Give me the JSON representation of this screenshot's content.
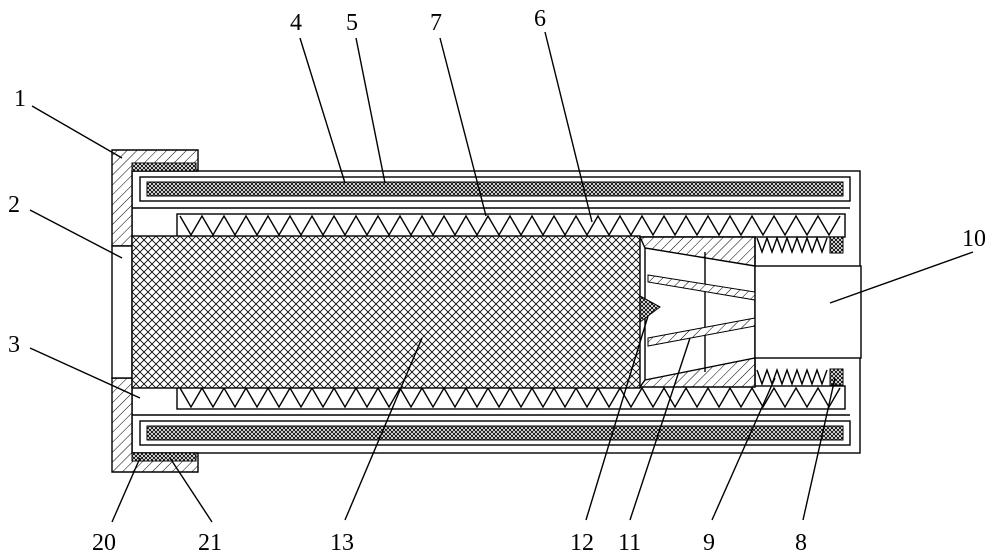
{
  "labels": {
    "l1": "1",
    "l2": "2",
    "l3": "3",
    "l4": "4",
    "l5": "5",
    "l6": "6",
    "l7": "7",
    "l8": "8",
    "l9": "9",
    "l10": "10",
    "l11": "11",
    "l12": "12",
    "l13": "13",
    "l20": "20",
    "l21": "21"
  },
  "colors": {
    "line": "#000000",
    "background": "#ffffff"
  }
}
